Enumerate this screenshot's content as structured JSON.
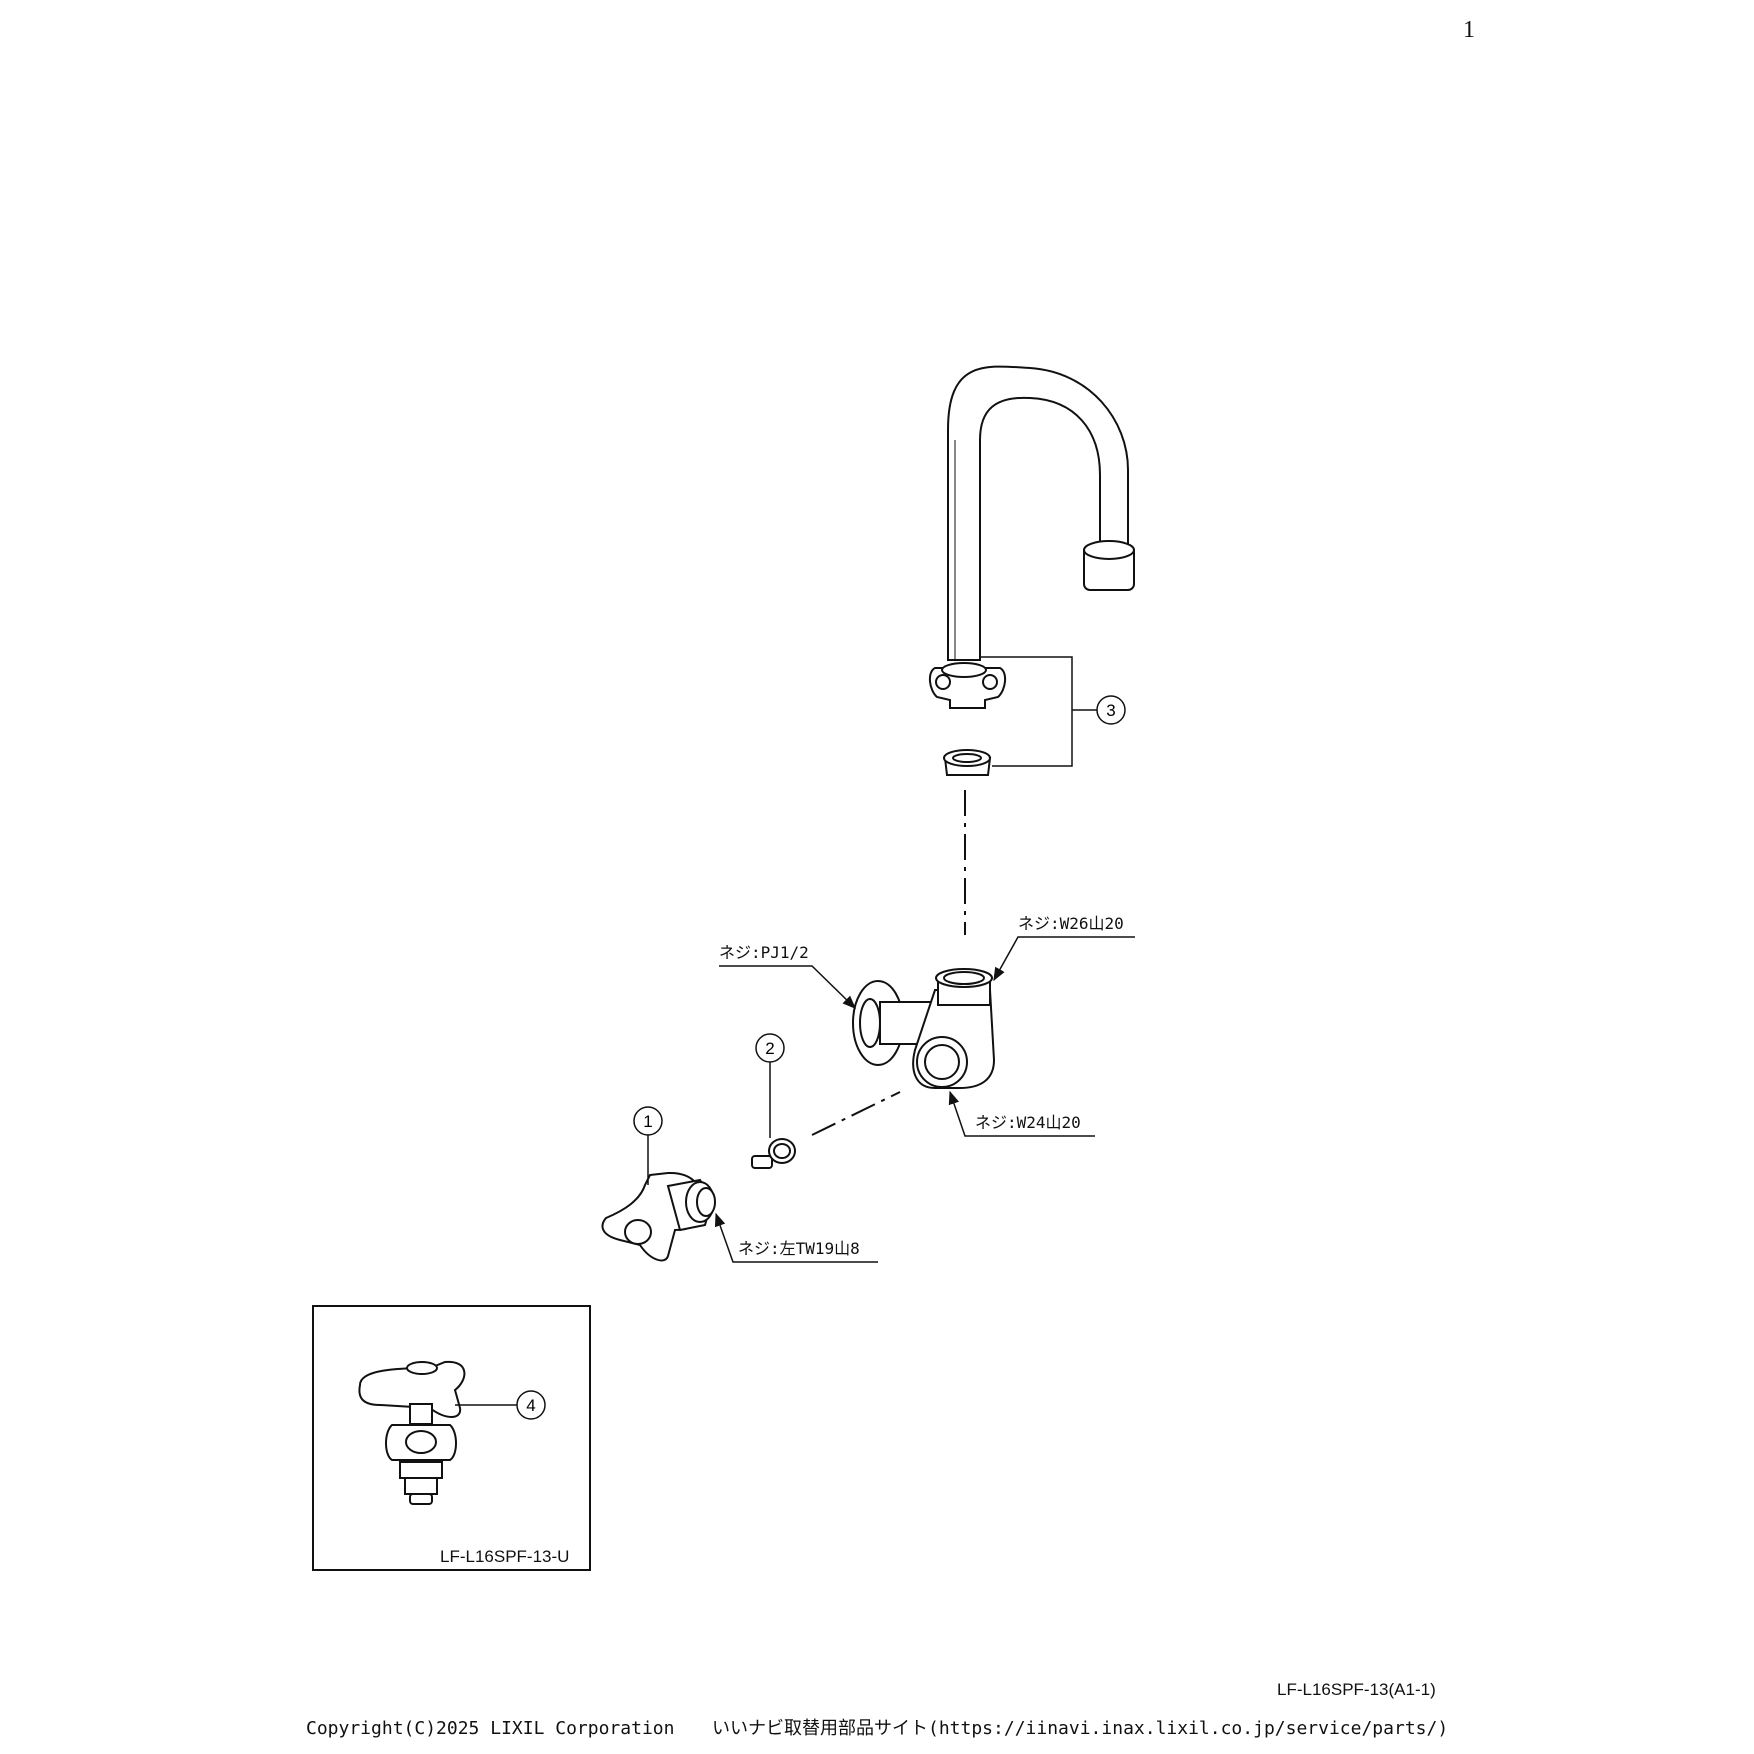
{
  "page_number": "1",
  "parts": [
    {
      "number": "1"
    },
    {
      "number": "2"
    },
    {
      "number": "3"
    },
    {
      "number": "4"
    }
  ],
  "thread_labels": {
    "outlet": "ネジ:W26山20",
    "wall": "ネジ:PJ1/2",
    "spindle_port": "ネジ:W24山20",
    "handle": "ネジ:左TW19山8"
  },
  "inset_code": "LF-L16SPF-13-U",
  "drawing_code": "LF-L16SPF-13(A1-1)",
  "footer": {
    "copyright": "Copyright(C)2025 LIXIL Corporation",
    "site": "いいナビ取替用部品サイト(https://iinavi.inax.lixil.co.jp/service/parts/)"
  }
}
